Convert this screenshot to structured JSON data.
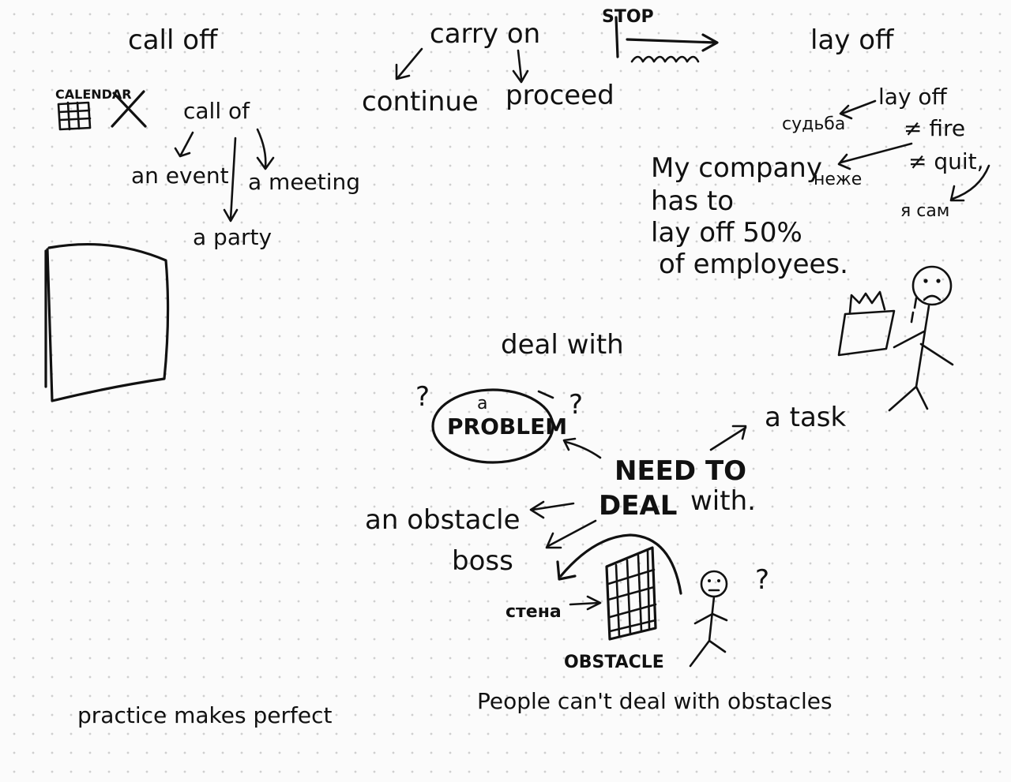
{
  "notes": {
    "call_off": {
      "title": "call off",
      "calendar_label": "CALENDAR",
      "sub_title": "call of",
      "items": [
        "an event",
        "a meeting",
        "a party"
      ]
    },
    "carry_on": {
      "title": "carry on",
      "items": [
        "continue",
        "proceed"
      ],
      "stop_label": "STOP"
    },
    "lay_off": {
      "title": "lay off",
      "sub_title": "lay off",
      "not_fire": "≠ fire",
      "not_quit": "≠ quit,",
      "translation_fate": "судьба",
      "translation_not_self": "нежe",
      "translation_self": "я сам",
      "example": [
        "My company",
        "has to",
        "lay off 50%",
        "of employees."
      ]
    },
    "deal_with": {
      "title": "deal with",
      "problem_article": "a",
      "problem": "PROBLEM",
      "question_mark": "?",
      "need_to": "NEED TO",
      "deal": "DEAL",
      "with": "with.",
      "task": "a task",
      "obstacle": "an obstacle",
      "boss": "boss",
      "wall": "стена",
      "obstacle_label": "OBSTACLE",
      "example": "People can't deal with obstacles"
    },
    "practice": "practice makes perfect"
  }
}
